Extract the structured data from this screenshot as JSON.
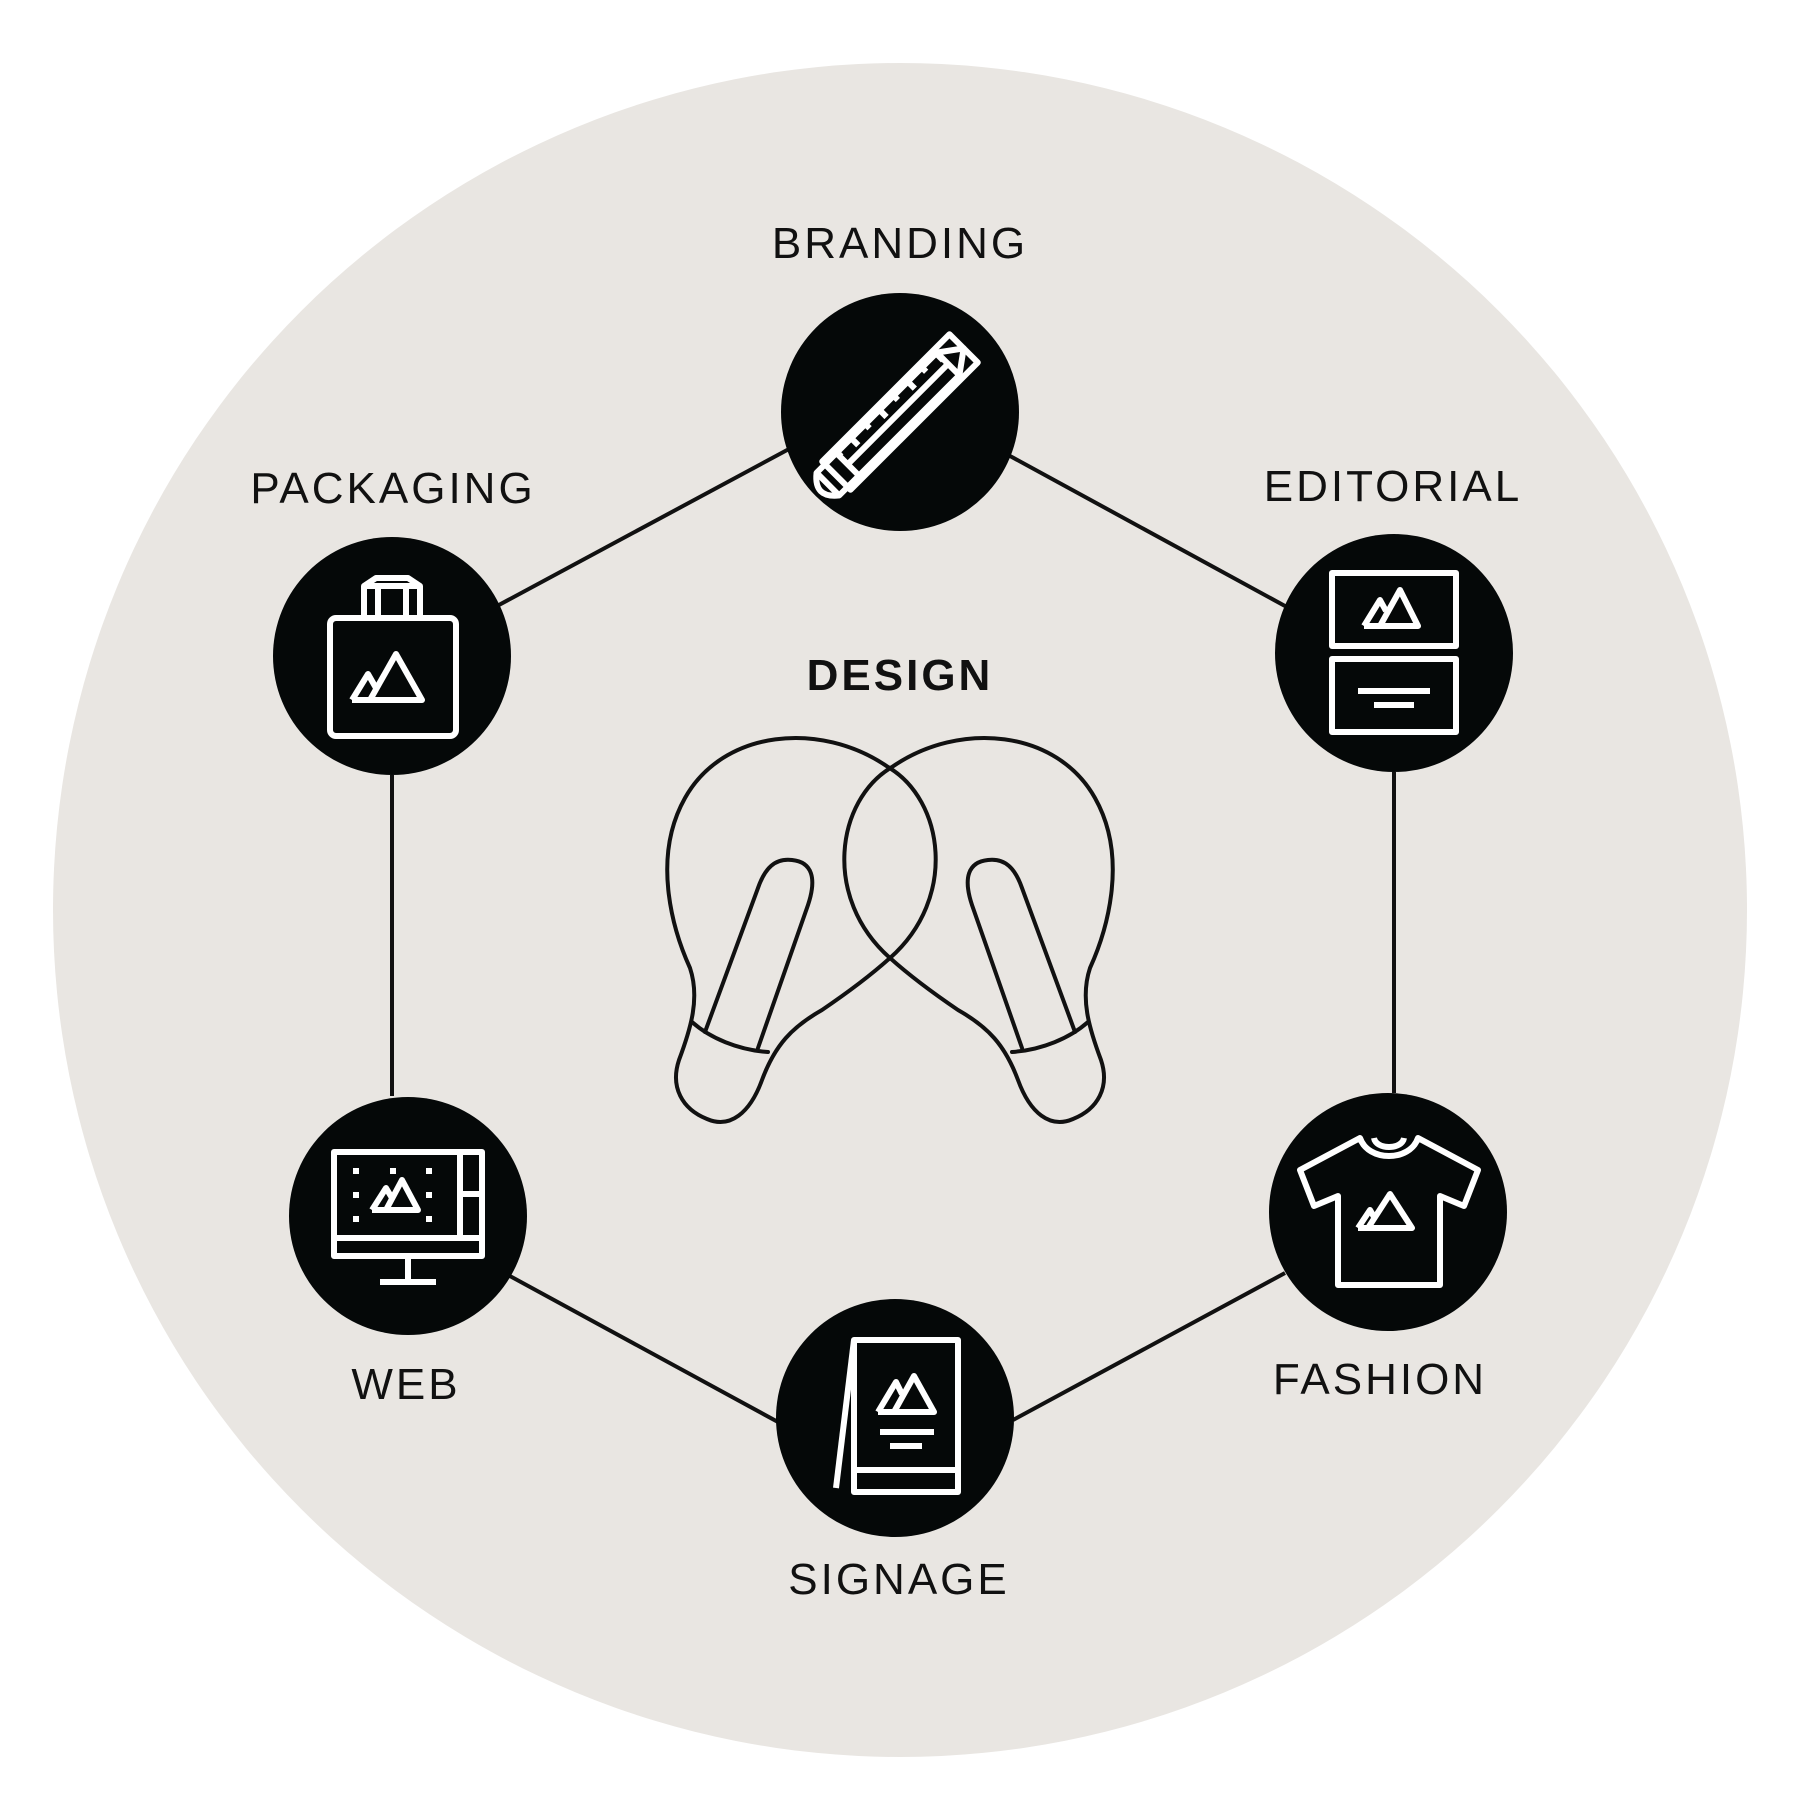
{
  "colors": {
    "background": "#ffffff",
    "disc": "#e9e6e2",
    "node_fill": "#050808",
    "icon_stroke": "#ffffff",
    "line": "#111111"
  },
  "center": {
    "label": "DESIGN",
    "icon": "venn-hands-icon"
  },
  "nodes": {
    "branding": {
      "label": "BRANDING",
      "icon": "ruler-pencil-icon"
    },
    "editorial": {
      "label": "EDITORIAL",
      "icon": "magazine-layout-icon"
    },
    "fashion": {
      "label": "FASHION",
      "icon": "tshirt-icon"
    },
    "signage": {
      "label": "SIGNAGE",
      "icon": "easel-sign-icon"
    },
    "web": {
      "label": "WEB",
      "icon": "desktop-monitor-icon"
    },
    "packaging": {
      "label": "PACKAGING",
      "icon": "shopping-bag-icon"
    }
  }
}
